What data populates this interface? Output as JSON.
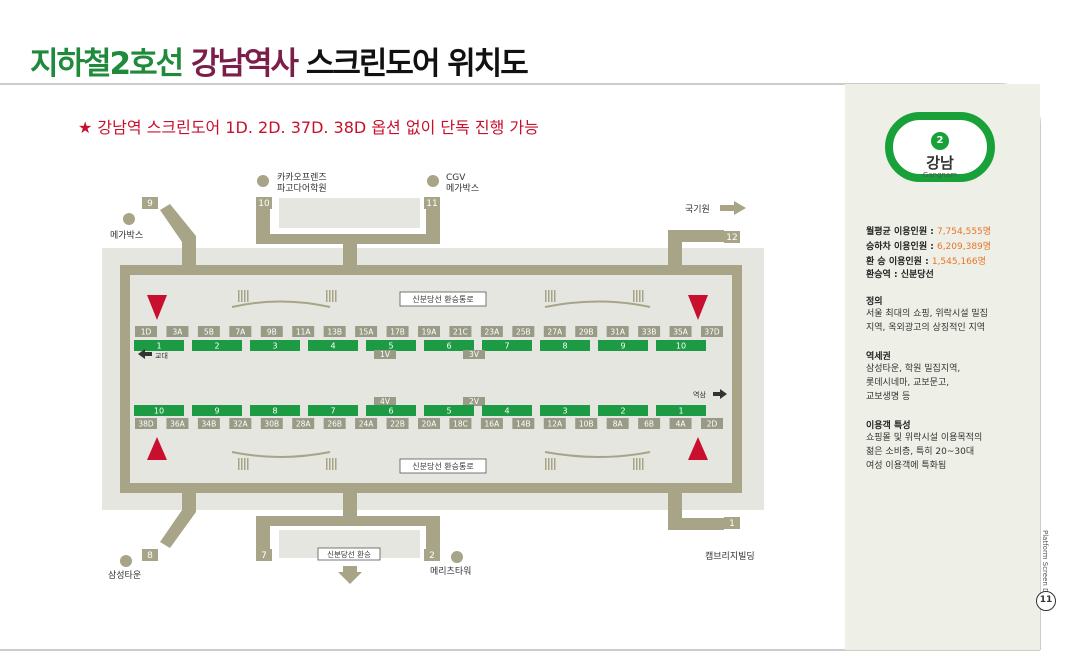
{
  "title": {
    "part1": "지하철2호선",
    "part2": "강남역사",
    "part3": "스크린도어 위치도"
  },
  "notice": "★ 강남역 스크린도어 1D. 2D. 37D. 38D 옵션 없이 단독 진행 가능",
  "station": {
    "line_number": "2",
    "name_ko": "강남",
    "name_en": "Gangnam",
    "line_color": "#18a039"
  },
  "stats": [
    {
      "label": "월평균 이용인원 : ",
      "value": "7,754,555명"
    },
    {
      "label": "승하차 이용인원 : ",
      "value": "6,209,389명"
    },
    {
      "label": "환   승 이용인원 : ",
      "value": "1,545,166명"
    }
  ],
  "transfer": "환승역 : 신분당선",
  "sections": [
    {
      "heading": "정의",
      "lines": [
        "서울 최대의 쇼핑, 위락시설 밀집",
        "지역, 옥외광고의 상징적인 지역"
      ]
    },
    {
      "heading": "역세권",
      "lines": [
        "삼성타운, 학원 밀집지역,",
        "롯데시네마, 교보문고,",
        "교보생명 등"
      ]
    },
    {
      "heading": "이용객 특성",
      "lines": [
        "쇼핑몰 및 위락시설 이용목적의",
        "젊은 소비층, 특히 20~30대",
        "여성 이용객에 특화됨"
      ]
    }
  ],
  "side_tab": "Platform Screen Door",
  "page_number": "11",
  "map": {
    "top_doors": [
      "1D",
      "3A",
      "5B",
      "7A",
      "9B",
      "11A",
      "13B",
      "15A",
      "17B",
      "19A",
      "21C",
      "23A",
      "25B",
      "27A",
      "29B",
      "31A",
      "33B",
      "35A",
      "37D"
    ],
    "top_cars": [
      "1",
      "2",
      "3",
      "4",
      "5",
      "6",
      "7",
      "8",
      "9",
      "10"
    ],
    "top_direction": "교대",
    "top_vents": [
      "1V",
      "3V"
    ],
    "bottom_cars": [
      "10",
      "9",
      "8",
      "7",
      "6",
      "5",
      "4",
      "3",
      "2",
      "1"
    ],
    "bottom_doors": [
      "38D",
      "36A",
      "34B",
      "32A",
      "30B",
      "28A",
      "26B",
      "24A",
      "22B",
      "20A",
      "18C",
      "16A",
      "14B",
      "12A",
      "10B",
      "8A",
      "6B",
      "4A",
      "2D"
    ],
    "bottom_direction": "역삼",
    "bottom_vents": [
      "4V",
      "2V"
    ],
    "transfer_passage": "신분당선 환승통로",
    "transfer_bottom": "신분당선 환승",
    "exits": [
      {
        "num": "9",
        "label": "메가박스"
      },
      {
        "num": "10",
        "label": "카카오프렌즈"
      },
      {
        "num": "10",
        "label": "파고다어학원"
      },
      {
        "num": "11",
        "label": "CGV"
      },
      {
        "num": "11",
        "label": "메가박스"
      },
      {
        "num": "12",
        "label": "국기원"
      },
      {
        "num": "8",
        "label": "삼성타운"
      },
      {
        "num": "7",
        "label": ""
      },
      {
        "num": "2",
        "label": "메리츠타워"
      },
      {
        "num": "1",
        "label": "캠브리지빌딩"
      }
    ],
    "colors": {
      "car": "#1d9a44",
      "door": "#9a9b86",
      "wall": "#a7a487",
      "zone": "#e6e6e1",
      "marker": "#c8102e"
    }
  }
}
